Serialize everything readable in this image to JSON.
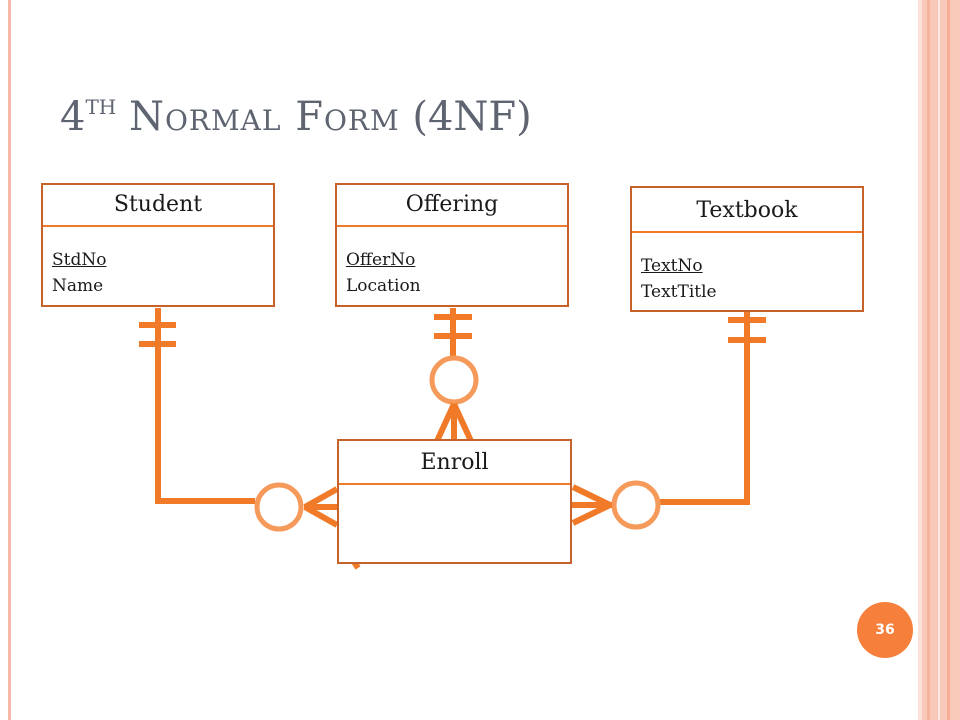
{
  "slide": {
    "title_number": "4",
    "title_superscript": "TH",
    "title_rest": "Normal Form",
    "title_abbrev": "(4NF)",
    "page_number": "36"
  },
  "entities": {
    "student": {
      "name": "Student",
      "pk": "StdNo",
      "attr": "Name"
    },
    "offering": {
      "name": "Offering",
      "pk": "OfferNo",
      "attr": "Location"
    },
    "textbook": {
      "name": "Textbook",
      "pk": "TextNo",
      "attr": "TextTitle"
    },
    "enroll": {
      "name": "Enroll"
    }
  },
  "colors": {
    "line": "#f07a28",
    "entity_border": "#c7632a",
    "title": "#5e6470",
    "page_badge": "#f57f3b"
  }
}
